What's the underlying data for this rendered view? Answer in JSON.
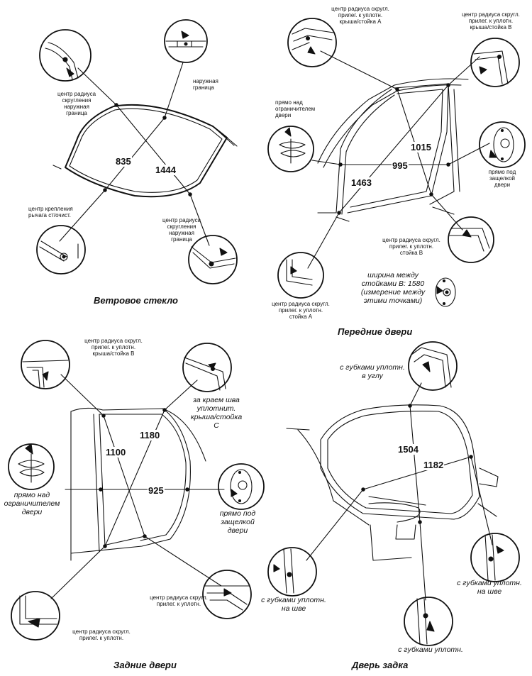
{
  "panels": {
    "windshield": {
      "caption": "Ветровое стекло",
      "dims": {
        "d1": "835",
        "d2": "1444"
      },
      "labels": {
        "outer_corner": "центр радиуса\nскругления\nнаружная\nграница",
        "outer_edge": "наружная\nграница",
        "wiper": "центр крепления\nрычага ст/очист.",
        "bottom_corner": "центр радиуса\nскругления\nнаружная\nграница"
      }
    },
    "front_doors": {
      "caption": "Передние двери",
      "dims": {
        "d1": "1015",
        "d2": "995",
        "d3": "1463"
      },
      "labels": {
        "roof_a": "центр радиуса скругл.\nприлег. к уплотн.\nкрыша/стойка А",
        "roof_b": "центр радиуса скругл.\nприлег. к уплотн.\nкрыша/стойка В",
        "above_limiter": "прямо над\nограничителем\nдвери",
        "below_latch": "прямо под\nзащелкой\nдвери",
        "pillar_b": "центр радиуса скругл.\nприлег. к уплотн.\nстойка В",
        "pillar_a": "центр радиуса скругл.\nприлег. к уплотн.\nстойка А",
        "width_note": "ширина между\nстойками В: 1580\n(измерение между\nэтими точками)"
      }
    },
    "rear_doors": {
      "caption": "Задние двери",
      "dims": {
        "d1": "1180",
        "d2": "1100",
        "d3": "925"
      },
      "labels": {
        "roof_b": "центр радиуса скругл.\nприлег. к уплотн.\nкрыша/стойка В",
        "beyond_seam": "за краем шва\nуплотнит.\nкрыша/стойка С",
        "above_limiter": "прямо над\nограничителем\nдвери",
        "below_latch": "прямо под\nзащелкой\nдвери",
        "corner_right": "центр радиуса скругл.\nприлег. к уплотн.",
        "corner_left": "центр радиуса скругл.\nприлег. к уплотн."
      }
    },
    "tailgate": {
      "caption": "Дверь задка",
      "dims": {
        "d1": "1504",
        "d2": "1182"
      },
      "labels": {
        "corner": "с губками уплотн.\nв углу",
        "seam_left": "с губками уплотн.\nна шве",
        "seam_right": "с губками уплотн.\nна шве",
        "bottom": "с губками уплотн."
      }
    }
  }
}
